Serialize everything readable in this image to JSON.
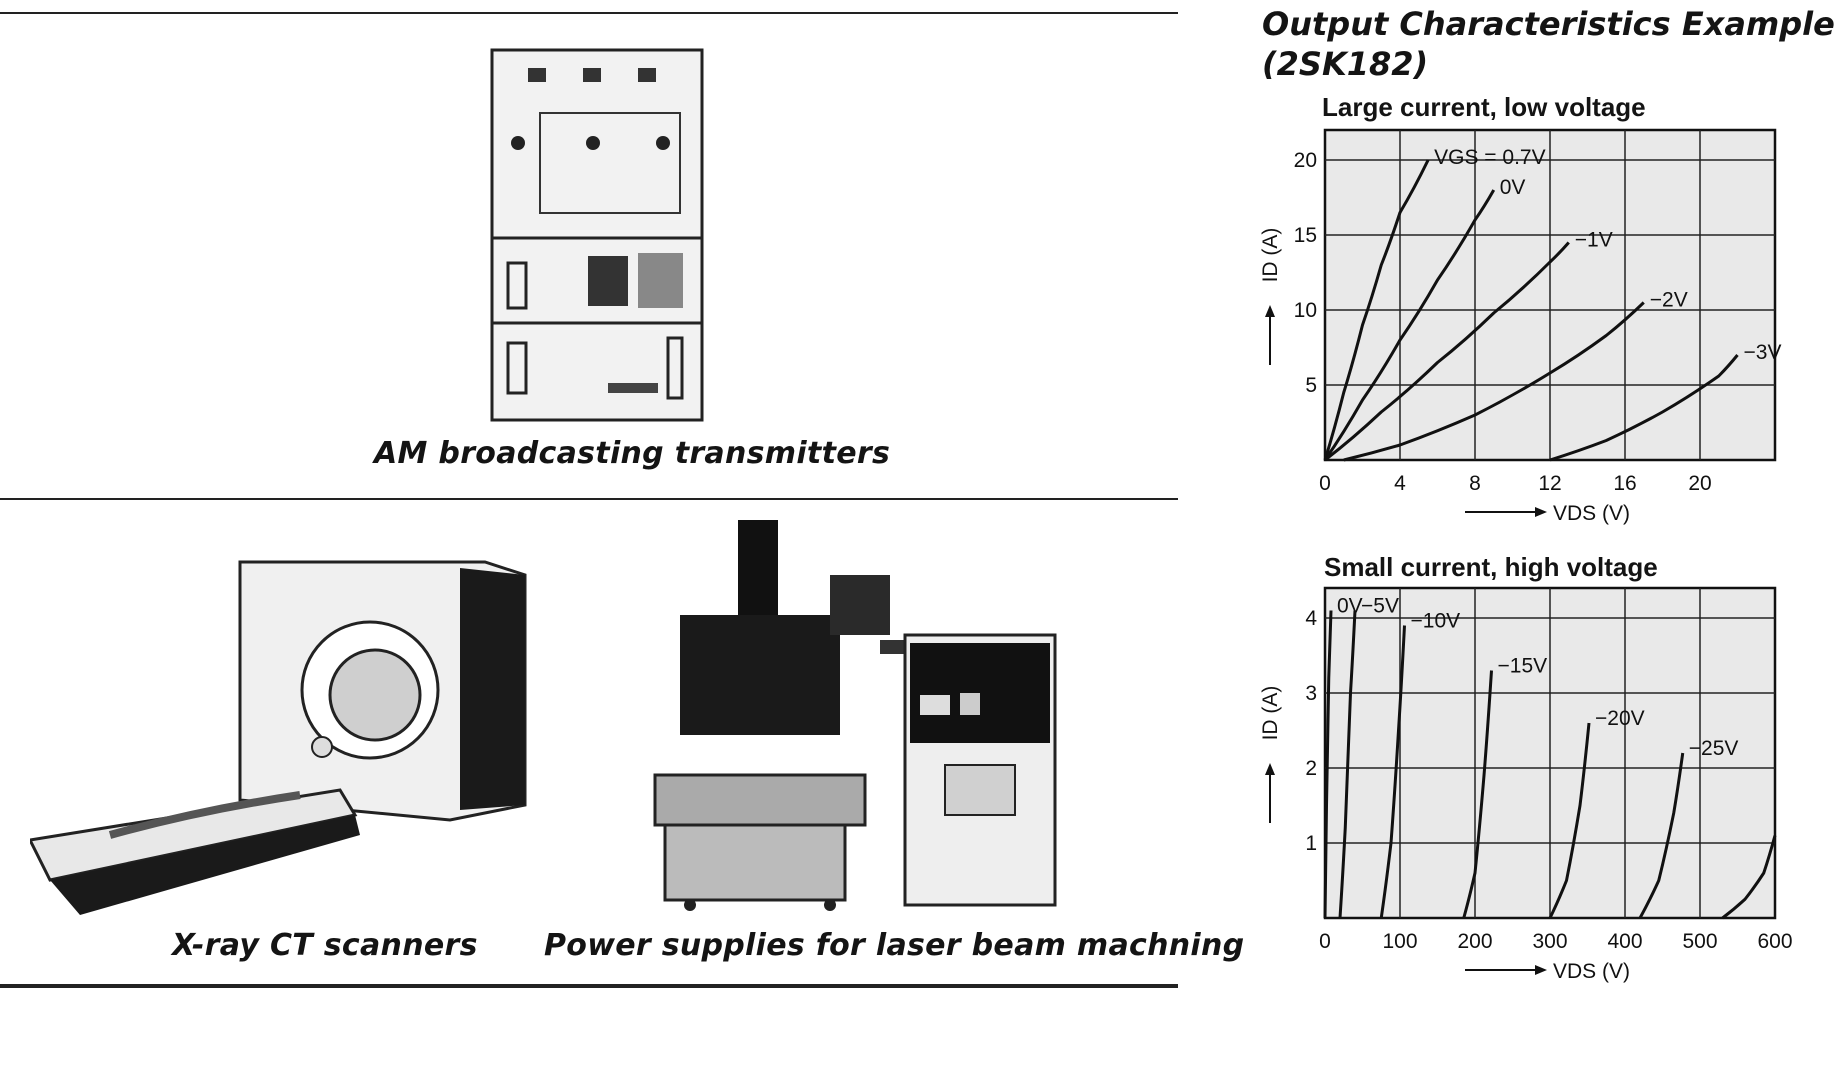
{
  "captions": {
    "am": "AM broadcasting transmitters",
    "ct": "X-ray CT scanners",
    "laser": "Power supplies for laser beam machning"
  },
  "panel": {
    "title_line1": "Output Characteristics Example",
    "title_line2": "(2SK182)"
  },
  "chart_data": [
    {
      "type": "line",
      "title": "Large current, low voltage",
      "xlabel": "VDS (V)",
      "ylabel": "ID (A)",
      "xlim": [
        0,
        24
      ],
      "ylim": [
        0,
        22
      ],
      "xticks": [
        0,
        4,
        8,
        12,
        16,
        20
      ],
      "yticks": [
        5,
        10,
        15,
        20
      ],
      "grid": true,
      "series": [
        {
          "name": "VGS = 0.7V",
          "x": [
            0,
            1,
            2,
            3,
            4,
            5.5
          ],
          "y": [
            0,
            4.5,
            9,
            13,
            16.5,
            20
          ]
        },
        {
          "name": "0V",
          "x": [
            0,
            2,
            4,
            6,
            8,
            9
          ],
          "y": [
            0,
            4,
            8,
            12,
            16,
            18
          ]
        },
        {
          "name": "−1V",
          "x": [
            0,
            3,
            6,
            9,
            12,
            13
          ],
          "y": [
            0,
            3.2,
            6.5,
            9.8,
            13.2,
            14.5
          ]
        },
        {
          "name": "−2V",
          "x": [
            1,
            4,
            8,
            12,
            15,
            17
          ],
          "y": [
            0,
            1,
            3,
            5.8,
            8.3,
            10.5
          ]
        },
        {
          "name": "−3V",
          "x": [
            12,
            15,
            18,
            21,
            22
          ],
          "y": [
            0,
            1.3,
            3.2,
            5.6,
            7
          ]
        }
      ]
    },
    {
      "type": "line",
      "title": "Small current, high voltage",
      "xlabel": "VDS (V)",
      "ylabel": "ID (A)",
      "xlim": [
        0,
        600
      ],
      "ylim": [
        0,
        4.4
      ],
      "xticks": [
        0,
        100,
        200,
        300,
        400,
        500,
        600
      ],
      "yticks": [
        1,
        2,
        3,
        4
      ],
      "grid": true,
      "series": [
        {
          "name": "0V",
          "x": [
            0,
            2,
            5,
            8
          ],
          "y": [
            0,
            1.5,
            3.2,
            4.1
          ]
        },
        {
          "name": "−5V",
          "x": [
            20,
            27,
            34,
            40
          ],
          "y": [
            0,
            1.2,
            3,
            4.1
          ]
        },
        {
          "name": "−10V",
          "x": [
            75,
            88,
            98,
            106
          ],
          "y": [
            0,
            1,
            2.5,
            3.9
          ]
        },
        {
          "name": "−15V",
          "x": [
            185,
            200,
            212,
            222
          ],
          "y": [
            0,
            0.6,
            1.9,
            3.3
          ]
        },
        {
          "name": "−20V",
          "x": [
            300,
            322,
            340,
            352
          ],
          "y": [
            0,
            0.5,
            1.5,
            2.6
          ]
        },
        {
          "name": "−25V",
          "x": [
            420,
            445,
            465,
            477
          ],
          "y": [
            0,
            0.5,
            1.4,
            2.2
          ]
        },
        {
          "name": "",
          "x": [
            530,
            560,
            585,
            600
          ],
          "y": [
            0,
            0.25,
            0.6,
            1.1
          ]
        }
      ]
    }
  ]
}
